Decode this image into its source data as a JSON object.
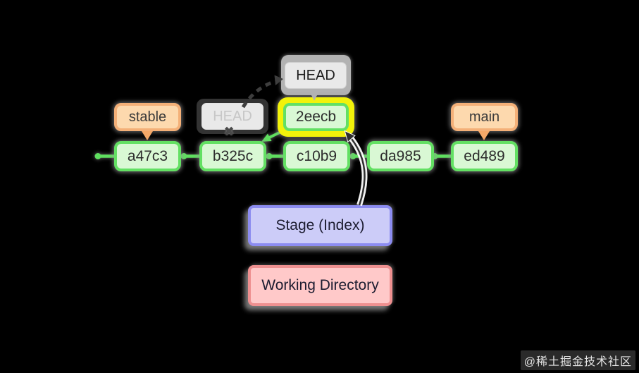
{
  "refs": {
    "stable": "stable",
    "main": "main",
    "head": "HEAD",
    "old_head": "HEAD"
  },
  "commits": [
    "a47c3",
    "b325c",
    "c10b9",
    "da985",
    "ed489"
  ],
  "new_commit": "2eecb",
  "areas": {
    "stage": "Stage (Index)",
    "working_directory": "Working Directory"
  },
  "icons": {
    "x_mark": "✖"
  },
  "watermark": "@稀土掘金技术社区",
  "colors": {
    "background": "#000000",
    "commit_border": "#63e063",
    "commit_fill": "#d9f8d4",
    "highlight_yellow": "#f2f20a",
    "branch_border": "#f4b078",
    "branch_fill": "#fdd9ae",
    "head_fill": "#e9e9e9",
    "head_halo": "#b2b2b2",
    "stage_border": "#8c8cf0",
    "stage_fill": "#ccccf8",
    "working_border": "#ee9090",
    "working_fill": "#ffc9c9",
    "arrow_green": "#5fdf5f",
    "arrow_dark": "#3e3e3e"
  }
}
